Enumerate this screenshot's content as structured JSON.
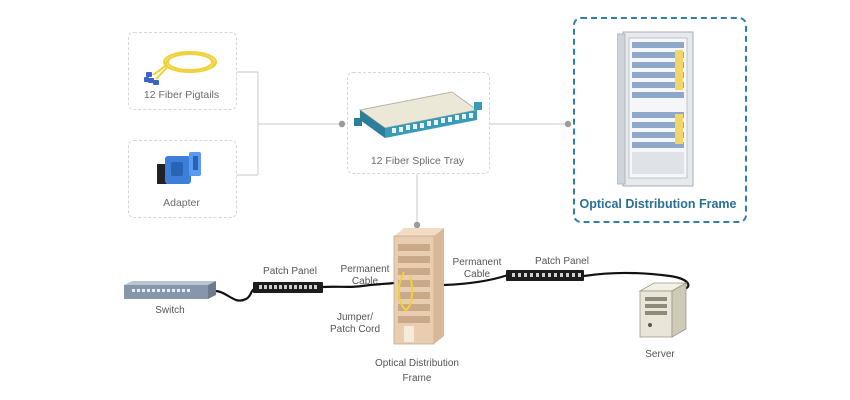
{
  "components": {
    "pigtails": {
      "label": "12 Fiber Pigtails",
      "icon": "fiber-pigtails-icon"
    },
    "adapter": {
      "label": "Adapter",
      "icon": "fiber-adapter-icon"
    },
    "splice_tray": {
      "label": "12 Fiber Splice Tray",
      "icon": "splice-tray-icon"
    },
    "odf_cabinet": {
      "label": "Optical Distribution Frame",
      "icon": "odf-cabinet-icon"
    }
  },
  "link": {
    "switch": "Switch",
    "patch_panel_left": "Patch Panel",
    "permanent_cable_left": [
      "Permanent",
      "Cable"
    ],
    "jumper": [
      "Jumper/",
      "Patch Cord"
    ],
    "odf": [
      "Optical Distribution",
      "Frame"
    ],
    "permanent_cable_right": [
      "Permanent",
      "Cable"
    ],
    "patch_panel_right": "Patch Panel",
    "server": "Server"
  },
  "colors": {
    "accent": "#2a6f96",
    "connector": "#c8c8c8",
    "cable": "#111111",
    "fiber": "#f0d23c",
    "adapter_blue": "#3b7fd9",
    "tray_teal": "#3a9bb8",
    "odf_beige": "#e9cdb0"
  }
}
